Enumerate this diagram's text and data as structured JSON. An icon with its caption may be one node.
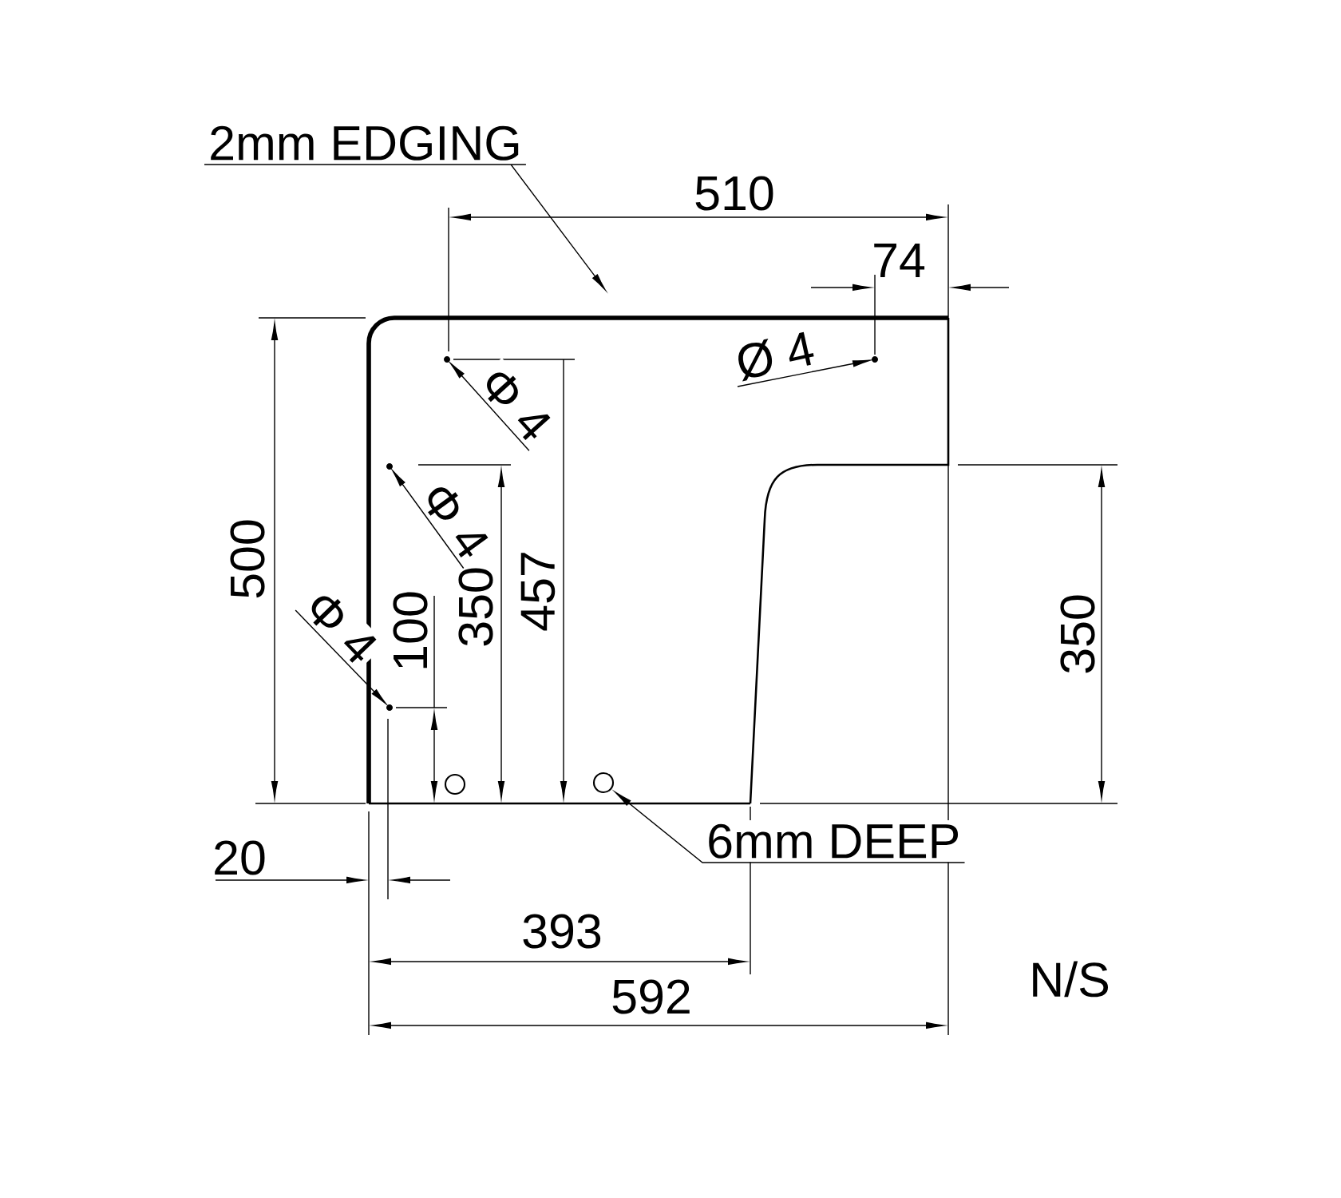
{
  "diagram": {
    "nodes": [
      {
        "text": [
          "2mm EDGING"
        ]
      },
      {
        "text": [
          "Ø 4"
        ]
      },
      {
        "text": [
          "Φ 4"
        ]
      },
      {
        "text": [
          "Φ 4"
        ]
      },
      {
        "text": [
          "Φ 4"
        ]
      },
      {
        "text": [],
        "shape": "circle"
      },
      {
        "text": [
          "6mm DEEP"
        ]
      }
    ],
    "edges": [
      {
        "from": 0,
        "to": null,
        "arrow": "to"
      },
      {
        "from": 1,
        "to": null,
        "arrow": "to"
      },
      {
        "from": 2,
        "to": null,
        "arrow": "to"
      },
      {
        "from": 3,
        "to": null,
        "arrow": "to"
      },
      {
        "from": 4,
        "to": null,
        "arrow": "to"
      },
      {
        "from": 6,
        "to": 5,
        "arrow": "to"
      }
    ],
    "labels": [
      "510",
      "74",
      "500",
      "457",
      "350",
      "100",
      "350",
      "20",
      "393",
      "592",
      "N/S"
    ]
  }
}
